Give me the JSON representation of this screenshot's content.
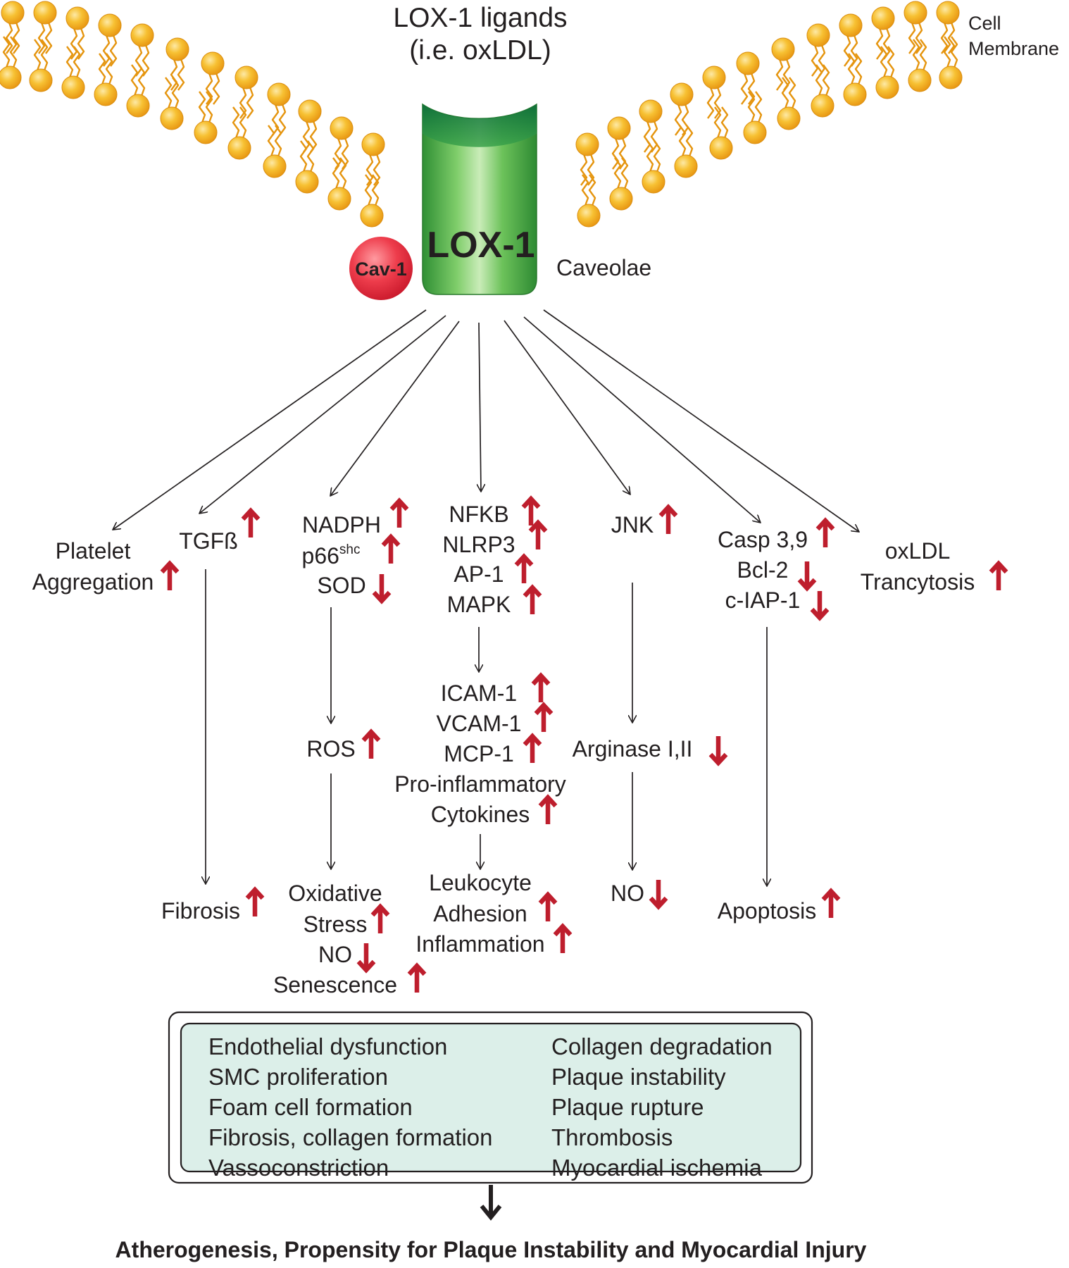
{
  "header": {
    "ligand_line1": "LOX-1 ligands",
    "ligand_line2": "(i.e. oxLDL)",
    "membrane_line1": "Cell",
    "membrane_line2": "Membrane"
  },
  "receptor": {
    "label": "LOX-1",
    "cav_label": "Cav-1",
    "caveolae_label": "Caveolae"
  },
  "colors": {
    "lipid_head": "#f5b21b",
    "receptor_green": "#5cb85c",
    "cav_red": "#e53946",
    "arrow_red": "#be1e2d",
    "box_fill": "#dcefe9"
  },
  "row1": {
    "platelet": {
      "line1": "Platelet",
      "line2": "Aggregation",
      "arrow": "up"
    },
    "tgf": {
      "label": "TGFß",
      "arrow": "up"
    },
    "nadph": {
      "label": "NADPH",
      "arrow": "up"
    },
    "p66": {
      "label": "p66",
      "sup": "shc",
      "arrow": "up"
    },
    "sod": {
      "label": "SOD",
      "arrow": "down"
    },
    "nfkb": {
      "label": "NFKB",
      "arrow": "up"
    },
    "nlrp3": {
      "label": "NLRP3",
      "arrow": "up"
    },
    "ap1": {
      "label": "AP-1",
      "arrow": "up"
    },
    "mapk": {
      "label": "MAPK",
      "arrow": "up"
    },
    "jnk": {
      "label": "JNK",
      "arrow": "up"
    },
    "casp": {
      "label": "Casp 3,9",
      "arrow": "up"
    },
    "bcl2": {
      "label": "Bcl-2",
      "arrow": "down"
    },
    "ciap": {
      "label": "c-IAP-1",
      "arrow": "down"
    },
    "oxldl": {
      "line1": "oxLDL",
      "line2": "Trancytosis",
      "arrow": "up"
    }
  },
  "row2": {
    "ros": {
      "label": "ROS",
      "arrow": "up"
    },
    "icam": {
      "label": "ICAM-1",
      "arrow": "up"
    },
    "vcam": {
      "label": "VCAM-1",
      "arrow": "up"
    },
    "mcp": {
      "label": "MCP-1",
      "arrow": "up"
    },
    "proinf": {
      "line1": "Pro-inflammatory",
      "line2": "Cytokines",
      "arrow": "up"
    },
    "arginase": {
      "label": "Arginase I,II",
      "arrow": "down"
    }
  },
  "row3": {
    "fibrosis": {
      "label": "Fibrosis",
      "arrow": "up"
    },
    "oxidative": {
      "line1": "Oxidative",
      "line2": "Stress",
      "arrow": "up"
    },
    "no_a": {
      "label": "NO",
      "arrow": "down"
    },
    "senescence": {
      "label": "Senescence",
      "arrow": "up"
    },
    "leukocyte": {
      "line1": "Leukocyte",
      "line2": "Adhesion",
      "arrow": "up"
    },
    "inflammation": {
      "label": "Inflammation",
      "arrow": "up"
    },
    "no_b": {
      "label": "NO",
      "arrow": "down"
    },
    "apoptosis": {
      "label": "Apoptosis",
      "arrow": "up"
    }
  },
  "outcomes_box": {
    "left": [
      "Endothelial dysfunction",
      "SMC proliferation",
      "Foam cell formation",
      "Fibrosis, collagen formation",
      "Vassoconstriction"
    ],
    "right": [
      "Collagen degradation",
      "Plaque instability",
      "Plaque rupture",
      "Thrombosis",
      "Myocardial ischemia"
    ]
  },
  "conclusion": "Atherogenesis, Propensity for Plaque Instability and Myocardial Injury"
}
